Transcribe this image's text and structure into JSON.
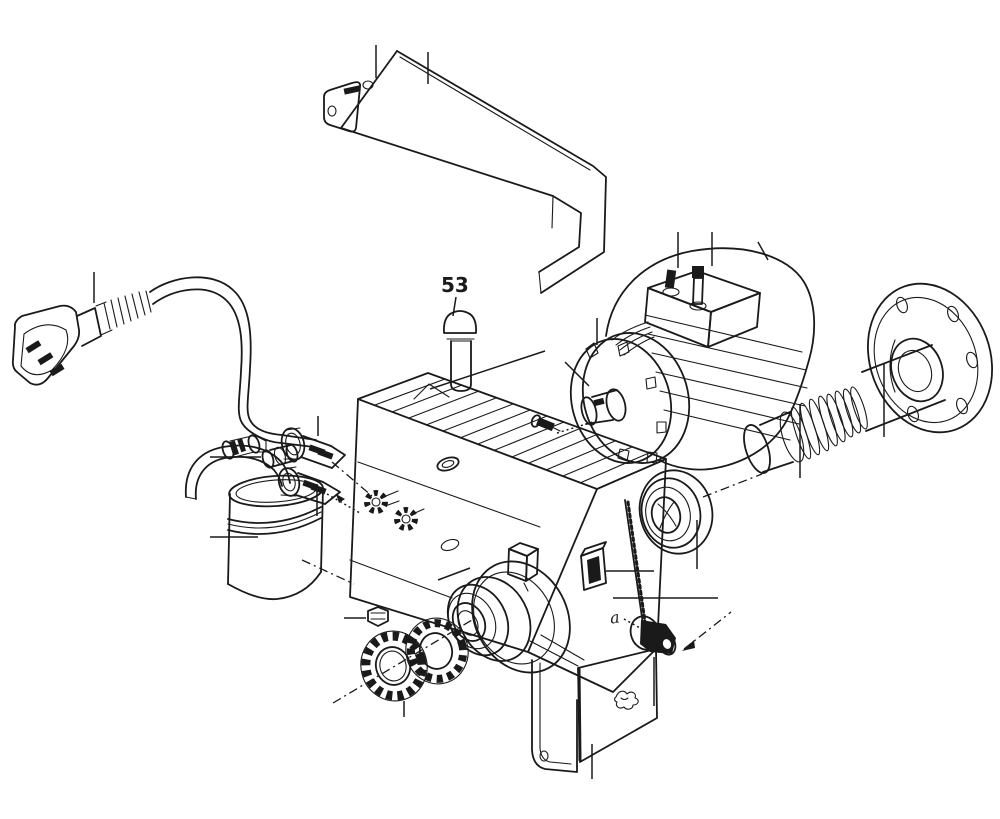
{
  "diagram": {
    "type": "exploded-parts-diagram",
    "subject": "pump and electric motor assembly, line-art exploded view",
    "background": "#ffffff",
    "stroke_color": "#1a1a1a",
    "labels": {
      "part_53": "53",
      "detail_a": "a"
    },
    "parts": [
      "cover-bracket",
      "fastener-pin-53",
      "power-cord-with-plug",
      "hose-barb-fitting",
      "spacer-sleeve",
      "upper-valve-fitting",
      "lower-valve-fitting",
      "filter-cartridge",
      "inlet-hose",
      "pump-housing",
      "cooling-fins",
      "bearing-boss",
      "toothed-ring-left",
      "toothed-ring-right",
      "thumb-screw-upper",
      "thumb-screw-lower",
      "filler-cap",
      "hex-nut",
      "rocker-switch",
      "power-switch",
      "drain-knob",
      "foot-bracket",
      "shaft-coupling",
      "set-screw",
      "electric-motor",
      "terminal-box",
      "shaft-bellows",
      "drive-shaft",
      "mounting-flange"
    ]
  }
}
